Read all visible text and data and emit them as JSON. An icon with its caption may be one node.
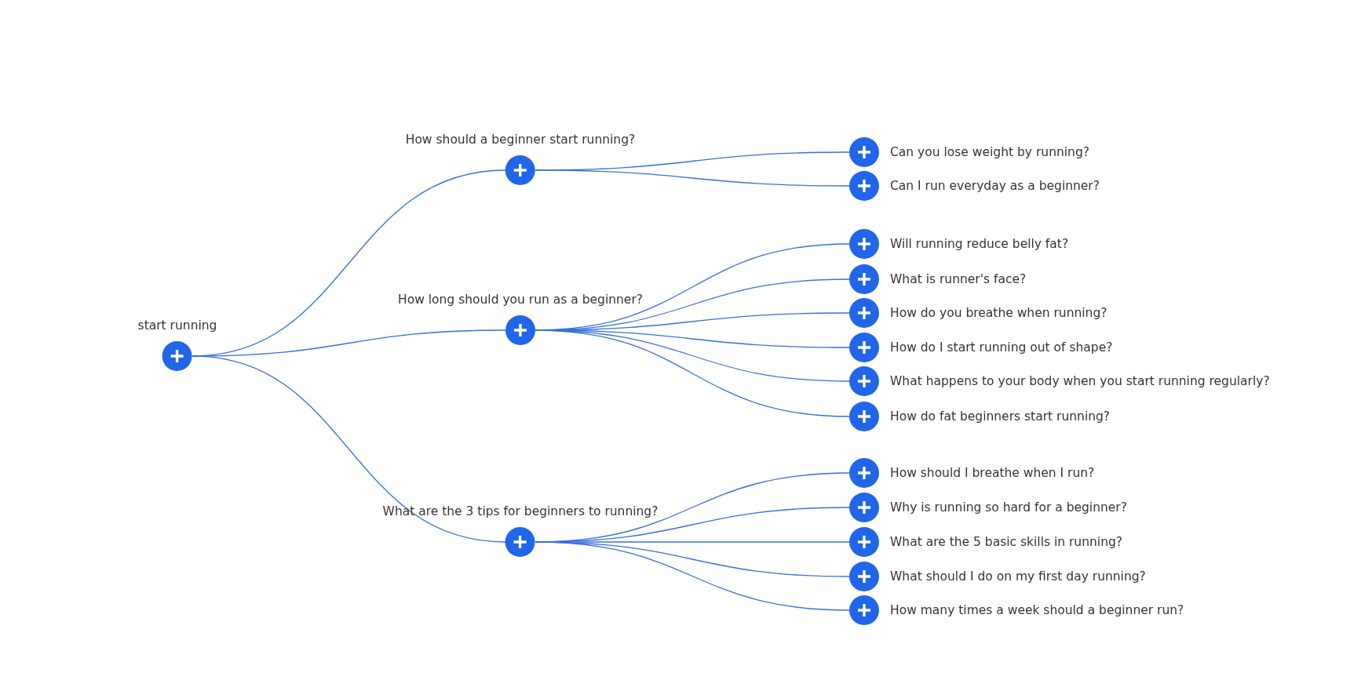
{
  "diagram": {
    "nodes": [
      {
        "text": [
          "start running"
        ]
      },
      {
        "text": [
          "How should a beginner start running?"
        ]
      },
      {
        "text": [
          "How long should you run as a beginner?"
        ]
      },
      {
        "text": [
          "What are the 3 tips for beginners to running?"
        ]
      },
      {
        "text": [
          "Can you lose weight by running?"
        ]
      },
      {
        "text": [
          "Can I run everyday as a beginner?"
        ]
      },
      {
        "text": [
          "Will running reduce belly fat?"
        ]
      },
      {
        "text": [
          "What is runner's face?"
        ]
      },
      {
        "text": [
          "How do you breathe when running?"
        ]
      },
      {
        "text": [
          "How do I start running out of shape?"
        ]
      },
      {
        "text": [
          "What happens to your body when you start running regularly?"
        ]
      },
      {
        "text": [
          "How do fat beginners start running?"
        ]
      },
      {
        "text": [
          "How should I breathe when I run?"
        ]
      },
      {
        "text": [
          "Why is running so hard for a beginner?"
        ]
      },
      {
        "text": [
          "What are the 5 basic skills in running?"
        ]
      },
      {
        "text": [
          "What should I do on my first day running?"
        ]
      },
      {
        "text": [
          "How many times a week should a beginner run?"
        ]
      }
    ],
    "edges": [
      {
        "from": 0,
        "to": 1,
        "arrow": "none"
      },
      {
        "from": 0,
        "to": 2,
        "arrow": "none"
      },
      {
        "from": 0,
        "to": 3,
        "arrow": "none"
      },
      {
        "from": 1,
        "to": 4,
        "arrow": "none"
      },
      {
        "from": 1,
        "to": 5,
        "arrow": "none"
      },
      {
        "from": 2,
        "to": 6,
        "arrow": "none"
      },
      {
        "from": 2,
        "to": 7,
        "arrow": "none"
      },
      {
        "from": 2,
        "to": 8,
        "arrow": "none"
      },
      {
        "from": 2,
        "to": 9,
        "arrow": "none"
      },
      {
        "from": 2,
        "to": 10,
        "arrow": "none"
      },
      {
        "from": 2,
        "to": 11,
        "arrow": "none"
      },
      {
        "from": 3,
        "to": 12,
        "arrow": "none"
      },
      {
        "from": 3,
        "to": 13,
        "arrow": "none"
      },
      {
        "from": 3,
        "to": 14,
        "arrow": "none"
      },
      {
        "from": 3,
        "to": 15,
        "arrow": "none"
      },
      {
        "from": 3,
        "to": 16,
        "arrow": "none"
      }
    ]
  }
}
